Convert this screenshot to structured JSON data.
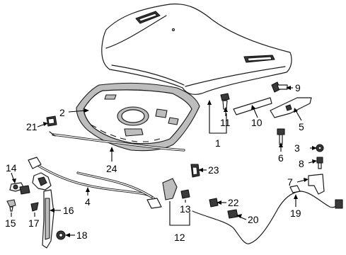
{
  "callouts": {
    "c1": "1",
    "c2": "2",
    "c3": "3",
    "c4": "4",
    "c5": "5",
    "c6": "6",
    "c7": "7",
    "c8": "8",
    "c9": "9",
    "c10": "10",
    "c11": "11",
    "c12": "12",
    "c13": "13",
    "c14": "14",
    "c15": "15",
    "c16": "16",
    "c17": "17",
    "c18": "18",
    "c19": "19",
    "c20": "20",
    "c21": "21",
    "c22": "22",
    "c23": "23",
    "c24": "24"
  },
  "colors": {
    "line": "#1a1a1a",
    "background": "#ffffff"
  }
}
